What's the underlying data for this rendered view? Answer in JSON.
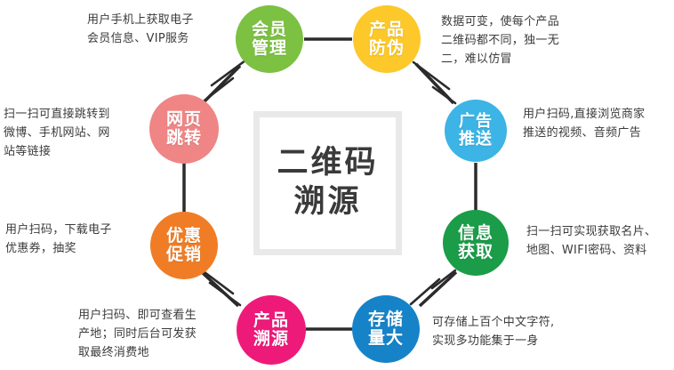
{
  "diagram": {
    "title_center": {
      "line1": "二维码",
      "line2": "溯源"
    },
    "nodes": [
      {
        "id": "member",
        "label_line1": "会员",
        "label_line2": "管理",
        "color": "#7cc142"
      },
      {
        "id": "anti-fake",
        "label_line1": "产品",
        "label_line2": "防伪",
        "color": "#fcc82a"
      },
      {
        "id": "ad-push",
        "label_line1": "广告",
        "label_line2": "推送",
        "color": "#3cb4e5"
      },
      {
        "id": "info-get",
        "label_line1": "信息",
        "label_line2": "获取",
        "color": "#1a9c48"
      },
      {
        "id": "storage",
        "label_line1": "存储",
        "label_line2": "量大",
        "color": "#1683c8"
      },
      {
        "id": "traceback",
        "label_line1": "产品",
        "label_line2": "溯源",
        "color": "#ee1a79"
      },
      {
        "id": "promotion",
        "label_line1": "优惠",
        "label_line2": "促销",
        "color": "#f07d26"
      },
      {
        "id": "web-jump",
        "label_line1": "网页",
        "label_line2": "跳转",
        "color": "#ef8585"
      }
    ],
    "annotations": [
      {
        "id": "member-note",
        "text": "用户手机上获取电子\n会员信息、VIP服务"
      },
      {
        "id": "anti-fake-note",
        "text": "数据可变，使每个产品\n二维码都不同，独一无\n二，难以仿冒"
      },
      {
        "id": "ad-push-note",
        "text": "用户扫码,直接浏览商家\n推送的视频、音频广告"
      },
      {
        "id": "info-get-note",
        "text": "扫一扫可实现获取名片、\n地图、WIFI密码、资料"
      },
      {
        "id": "storage-note",
        "text": "可存储上百个中文字符,\n实现多功能集于一身"
      },
      {
        "id": "traceback-note",
        "text": "用户扫码、即可查看生\n产地；同时后台可发获\n取最终消费地"
      },
      {
        "id": "promotion-note",
        "text": "用户扫码，下载电子\n优惠券，抽奖"
      },
      {
        "id": "web-jump-note",
        "text": "扫一扫可直接跳转到\n微博、手机网站、网\n站等链接"
      }
    ],
    "colors": {
      "connector": "#2b2b2b",
      "leader": "#2b2b2b",
      "center_border": "#e9e9e9",
      "center_text": "#3a3a3a",
      "annotation_text": "#3b3b3b"
    }
  }
}
